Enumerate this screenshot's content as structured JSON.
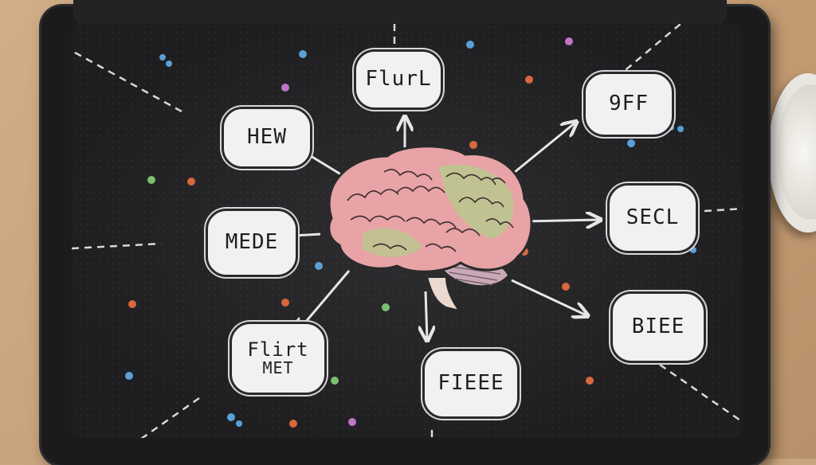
{
  "diagram": {
    "center": {
      "icon": "brain-icon"
    },
    "nodes": [
      {
        "id": "flurl",
        "text": "FlurL"
      },
      {
        "id": "9ff",
        "text": "9FF"
      },
      {
        "id": "secl",
        "text": "SECL"
      },
      {
        "id": "biee",
        "text": "BIEE"
      },
      {
        "id": "fieee",
        "text": "FIEEE"
      },
      {
        "id": "flirt",
        "lines": [
          "Flirt",
          "MET"
        ]
      },
      {
        "id": "mede",
        "text": "MEDE"
      },
      {
        "id": "hew",
        "text": "HEW"
      }
    ]
  },
  "colors": {
    "screen": "#1e1e20",
    "node_fill": "#f1f1f3",
    "arrow": "#e6e6e6",
    "brain_pink": "#e7a3a6",
    "brain_green": "#b9c98d"
  }
}
